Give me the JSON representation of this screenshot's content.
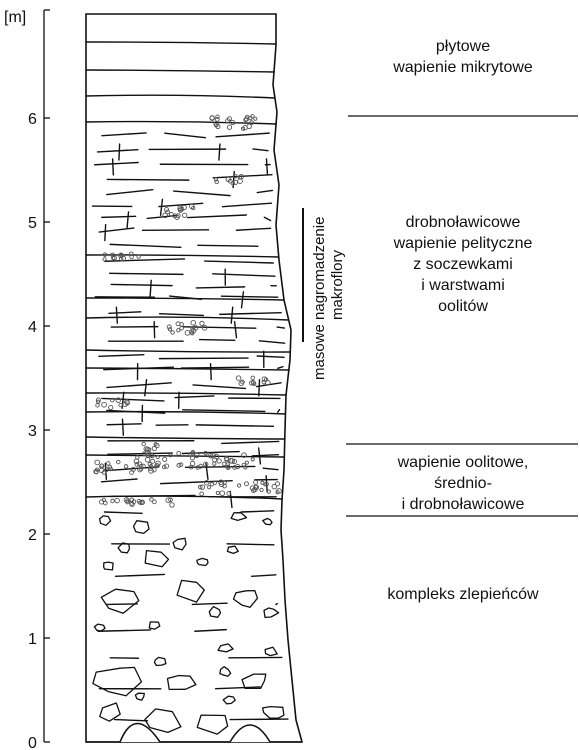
{
  "scale": {
    "unit": "[m]",
    "ticks": [
      "0",
      "1",
      "2",
      "3",
      "4",
      "5",
      "6"
    ]
  },
  "units": [
    {
      "name": "unit-platy-micritic",
      "lines": [
        "płytowe",
        "wapienie mikrytowe"
      ]
    },
    {
      "name": "unit-pelitic",
      "lines": [
        "drobnoławicowe",
        "wapienie pelityczne",
        "z soczewkami",
        "i warstwami",
        "oolitów"
      ]
    },
    {
      "name": "unit-oolitic",
      "lines": [
        "wapienie oolitowe,",
        "średnio-",
        "i drobnoławicowe"
      ]
    },
    {
      "name": "unit-conglomerate",
      "lines": [
        "kompleks zlepieńców"
      ]
    }
  ],
  "annotation": {
    "lines": [
      "masowe nagromadzenie",
      "makroflory"
    ]
  }
}
